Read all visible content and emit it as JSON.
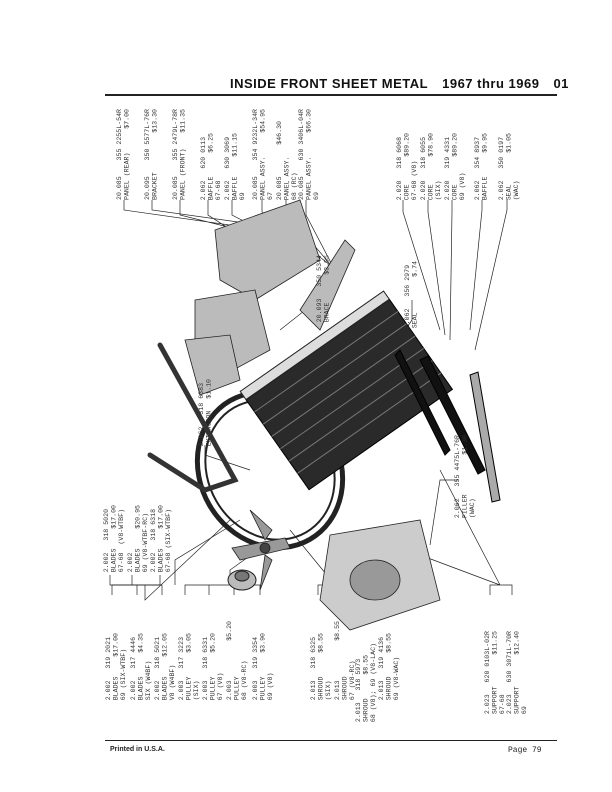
{
  "header": {
    "title": "INSIDE FRONT SHEET METAL",
    "years": "1967 thru 1969",
    "section": "01"
  },
  "footer": {
    "printed": "Printed in U.S.A.",
    "page": "Page 79"
  },
  "labels": [
    {
      "id": "panel-rear",
      "lines": [
        "20.085    355 2255L-54R",
        "PANEL (REAR)      $7.00"
      ]
    },
    {
      "id": "bracket",
      "lines": [
        "20.095    350 5577L-76R",
        "BRACKET          $13.30"
      ]
    },
    {
      "id": "panel-front",
      "lines": [
        "20.085    355 2479L-78R",
        "PANEL (FRONT)    $11.35"
      ]
    },
    {
      "id": "baffle-67-68",
      "lines": [
        "2.062   620 0113",
        "BAFFLE      $6.25",
        "67-68"
      ]
    },
    {
      "id": "baffle-69",
      "lines": [
        "2.062   630 3069",
        "BAFFLE     $11.15",
        "69"
      ]
    },
    {
      "id": "panel-assy-67",
      "lines": [
        "20.085    354 9232L-34R",
        "PANEL ASSY.      $54.95",
        "67"
      ]
    },
    {
      "id": "panel-assy-68",
      "lines": [
        "20.085        $46.30",
        "PANEL ASSY.",
        "68 (RC)"
      ]
    },
    {
      "id": "panel-assy-69",
      "lines": [
        "20.085    630 3406L-04R",
        "PANEL ASSY.      $66.30",
        "69"
      ]
    },
    {
      "id": "core-67-68",
      "lines": [
        "2.020   318 6068",
        "CORE       $89.20",
        "67-68 (V8)"
      ]
    },
    {
      "id": "core-six",
      "lines": [
        "2.020   318 6055",
        "CORE       $78.90",
        "(SIX)"
      ]
    },
    {
      "id": "core-69",
      "lines": [
        "2.020   319 4331",
        "CORE       $89.20",
        "69 (V8)"
      ]
    },
    {
      "id": "baffle-radiator",
      "lines": [
        "2.062   354 8937",
        "BAFFLE      $9.95"
      ]
    },
    {
      "id": "seal-wac",
      "lines": [
        "2.062   350 0197",
        "SEAL        $1.05",
        "(WAC)"
      ]
    },
    {
      "id": "brace",
      "lines": [
        "20.093   350 5344",
        "BRACE       $3.05"
      ]
    },
    {
      "id": "seal",
      "lines": [
        "2.062   356 2979",
        "SEAL         $.74"
      ]
    },
    {
      "id": "extension",
      "lines": [
        "2.062   318 6383",
        "EXTENSION   $1.10"
      ]
    },
    {
      "id": "filler",
      "lines": [
        "2.062   355 4475L-76R",
        "FILLER          $1.30",
        "(WAC)"
      ]
    },
    {
      "id": "blades-v8-wtbf",
      "lines": [
        "2.002   318 5020",
        "BLADES     $17.00",
        "67-68  (V8-WTBF)"
      ]
    },
    {
      "id": "blades-v8-wtbf-rc",
      "lines": [
        "2.002",
        "BLADES     $20.95",
        "69 (V8-WTBF-RC)"
      ]
    },
    {
      "id": "blades-six-wtbf-67",
      "lines": [
        "2.002   318 6318",
        "BLADES     $17.00",
        "67-68 (SIX-WTBF)"
      ]
    },
    {
      "id": "blades-six-wtbf-69",
      "lines": [
        "2.002   319 2021",
        "BLADES     $17.00",
        "69 (SIX-WTBF)"
      ]
    },
    {
      "id": "blades-six-w4bf",
      "lines": [
        "2.002   317 4446",
        "BLADES      $4.35",
        "SIX (W4BF)"
      ]
    },
    {
      "id": "blades-v8-w4bf",
      "lines": [
        "2.002   318 5021",
        "BLADES     $12.05",
        "V8 (W4BF)"
      ]
    },
    {
      "id": "pulley-six",
      "lines": [
        "2.003   317 3223",
        "PULLEY      $3.05",
        "(SIX)"
      ]
    },
    {
      "id": "pulley-67",
      "lines": [
        "2.003   318 6331",
        "PULLEY      $5.20",
        "67 (V8)"
      ]
    },
    {
      "id": "pulley-68",
      "lines": [
        "2.003          $5.20",
        "PULLEY",
        "68 (V8-RC)"
      ]
    },
    {
      "id": "pulley-69",
      "lines": [
        "2.003   319 3354",
        "PULLEY      $3.90",
        "69 (V8)"
      ]
    },
    {
      "id": "shroud-six",
      "lines": [
        "2.013   318 6325",
        "SHROUD      $8.55",
        "(SIX)"
      ]
    },
    {
      "id": "shroud-67",
      "lines": [
        "2.013          $8.55",
        "SHROUD",
        "67 (V8-RC)"
      ]
    },
    {
      "id": "shroud-68",
      "lines": [
        "2.013   318 5973",
        "SHROUD      $8.55",
        "68 (V8); 69 (V8-LAC)"
      ]
    },
    {
      "id": "shroud-69",
      "lines": [
        "2.013   319 4136",
        "SHROUD      $8.55",
        "69 (V8-WAC)"
      ]
    },
    {
      "id": "support-67-68",
      "lines": [
        "2.023   620 0103L-02R",
        "SUPPORT        $11.25",
        "67-68"
      ]
    },
    {
      "id": "support-69",
      "lines": [
        "2.023   630 3071L-70R",
        "SUPPORT        $12.40",
        "69"
      ]
    }
  ]
}
